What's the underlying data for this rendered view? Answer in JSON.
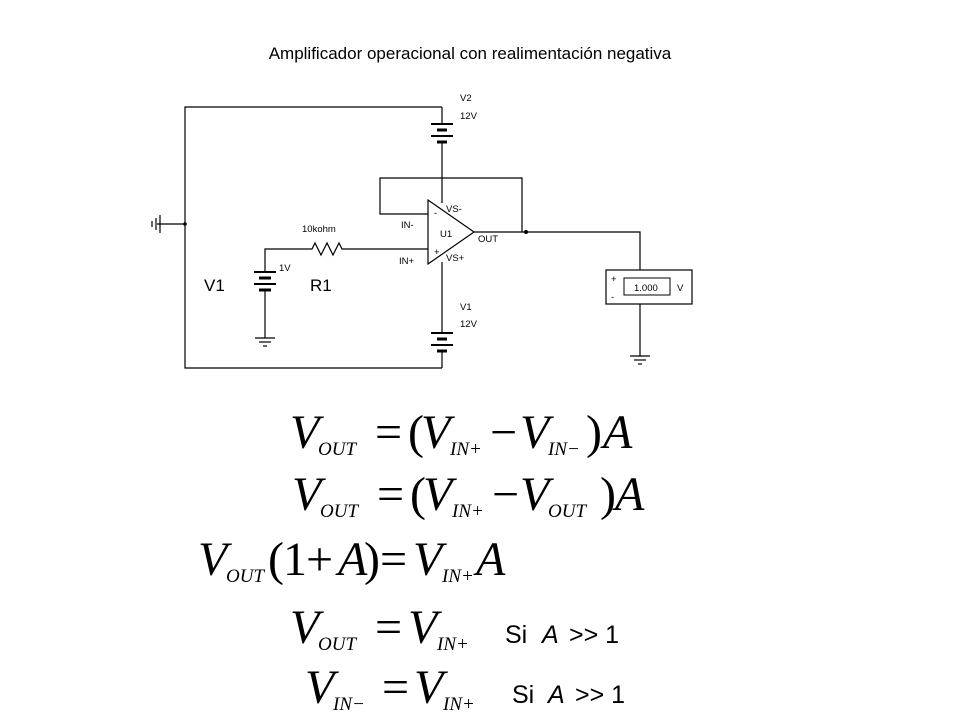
{
  "title": "Amplificador operacional con realimentación negativa",
  "schematic": {
    "source_v2": {
      "name": "V2",
      "value": "12V"
    },
    "source_v1_supply": {
      "name": "V1",
      "value": "12V"
    },
    "input_source": {
      "name": "V1",
      "value": "1V"
    },
    "resistor": {
      "name": "R1",
      "value": "10kohm"
    },
    "opamp": {
      "ref": "U1",
      "pin_in_minus": "IN-",
      "pin_in_plus": "IN+",
      "pin_out": "OUT",
      "pin_vs_minus": "VS-",
      "pin_vs_plus": "VS+",
      "sign_minus": "-",
      "sign_plus": "+"
    },
    "voltmeter": {
      "reading": "1.000",
      "unit": "V",
      "plus": "+",
      "minus": "-"
    }
  },
  "equations": {
    "V": "V",
    "A": "A",
    "one": "1",
    "eq": "=",
    "minus": "−",
    "plus": "+",
    "lparen": "(",
    "rparen": ")",
    "sub_out": "OUT",
    "sub_in_plus": "IN+",
    "sub_in_minus": "IN−",
    "cond_si": "Si",
    "cond_a": "A",
    "cond_gt": ">> 1"
  }
}
